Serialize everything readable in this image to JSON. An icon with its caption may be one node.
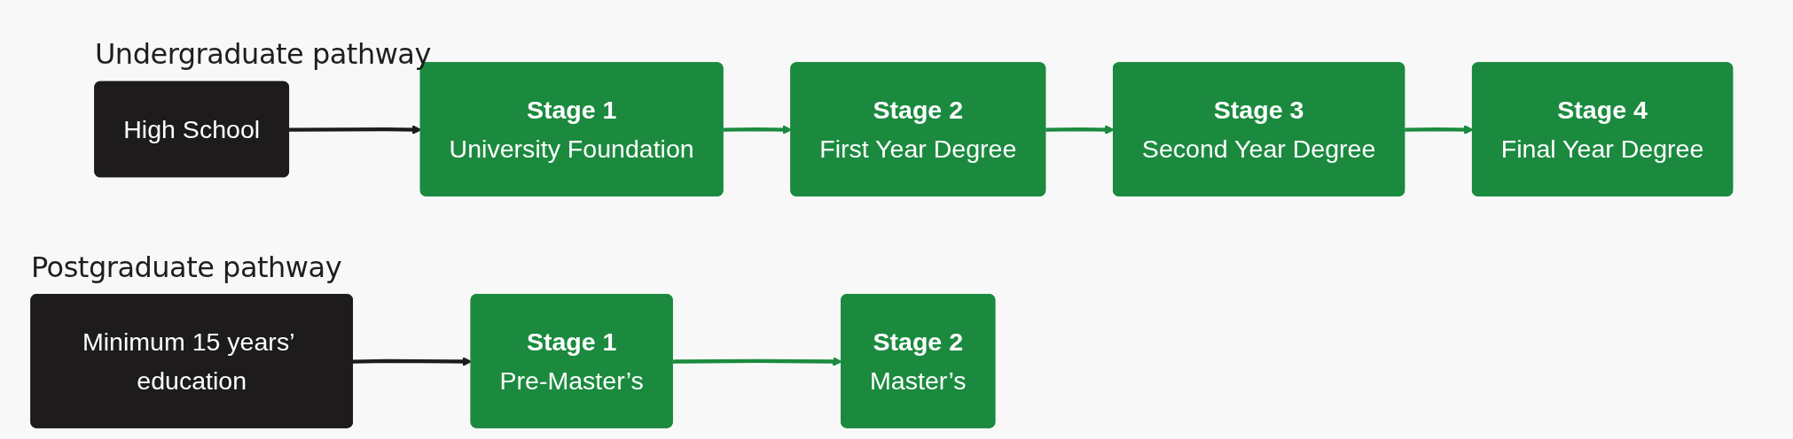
{
  "diagram": {
    "nodes": [
      {
        "text": [
          "High School"
        ]
      },
      {
        "text": [
          "Stage 1",
          "University Foundation"
        ]
      },
      {
        "text": [
          "Stage 2",
          "First Year Degree"
        ]
      },
      {
        "text": [
          "Stage 3",
          "Second Year Degree"
        ]
      },
      {
        "text": [
          "Stage 4",
          "Final Year Degree"
        ]
      },
      {
        "text": [
          "Minimum 15 years’ education"
        ]
      },
      {
        "text": [
          "Stage 1",
          "Pre-Master’s"
        ]
      },
      {
        "text": [
          "Stage 2",
          "Master’s"
        ]
      }
    ],
    "edges": [
      {
        "from": 0,
        "to": 1,
        "arrow": "to",
        "color": "#1d1b1b"
      },
      {
        "from": 1,
        "to": 2,
        "arrow": "to"
      },
      {
        "from": 2,
        "to": 3,
        "arrow": "to"
      },
      {
        "from": 3,
        "to": 4,
        "arrow": "to"
      },
      {
        "from": 5,
        "to": 6,
        "arrow": "to",
        "color": "#1d1b1b"
      },
      {
        "from": 6,
        "to": 7,
        "arrow": "to"
      }
    ],
    "labels": [
      "Undergraduate pathway",
      "Postgraduate pathway"
    ]
  }
}
